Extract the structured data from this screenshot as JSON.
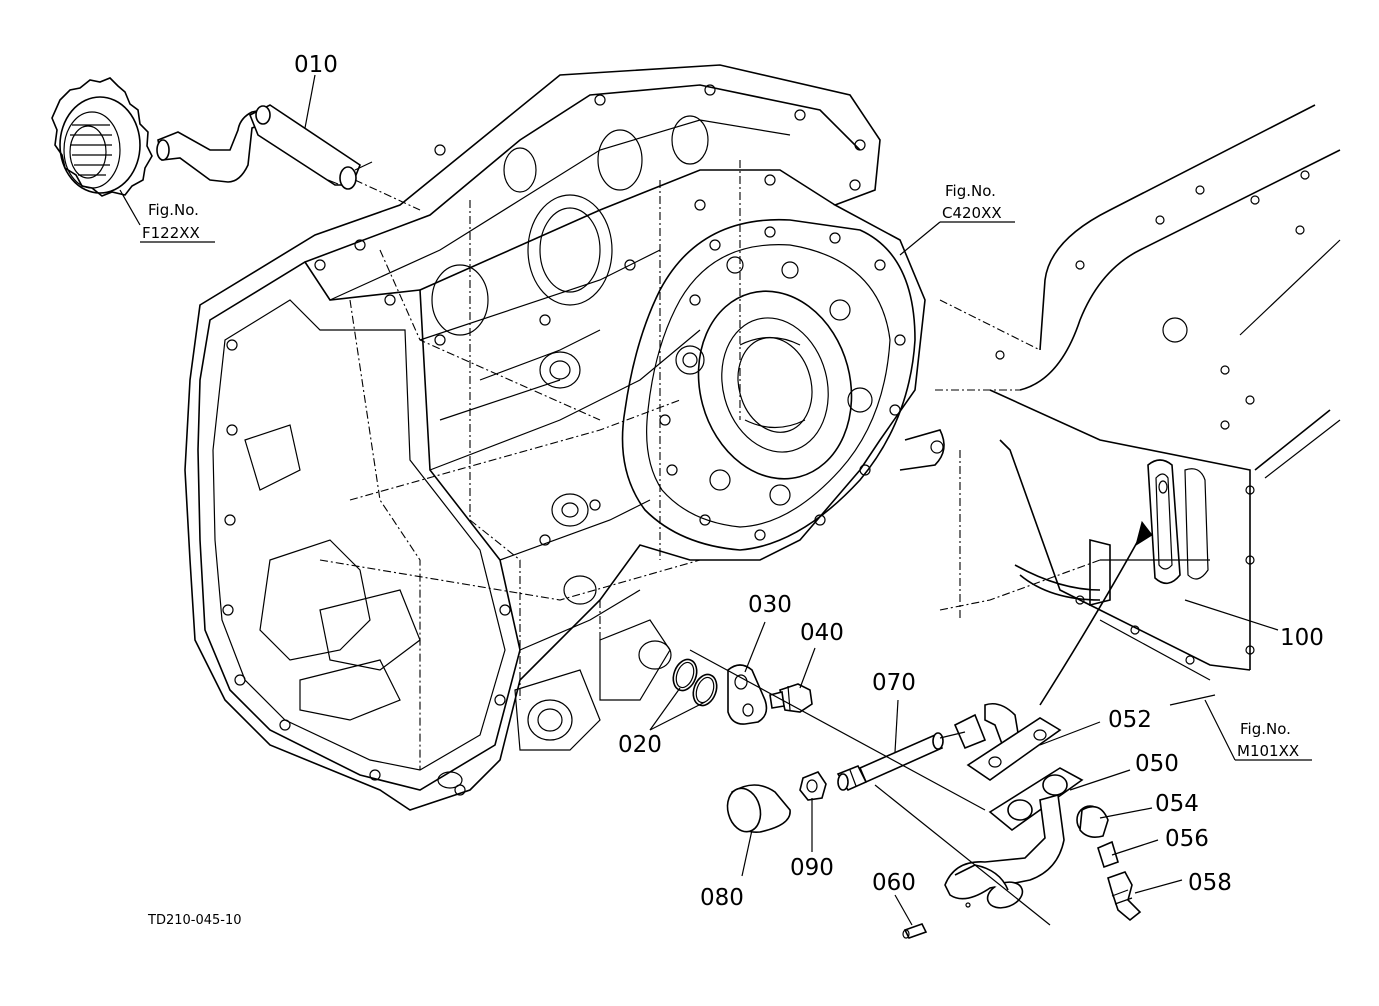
{
  "diagram": {
    "drawing_code": "TD210-045-10",
    "part_labels": [
      "010",
      "020",
      "030",
      "040",
      "050",
      "052",
      "054",
      "056",
      "058",
      "060",
      "070",
      "080",
      "090",
      "100"
    ],
    "figure_refs": [
      {
        "heading": "Fig.No.",
        "code": "F122XX"
      },
      {
        "heading": "Fig.No.",
        "code": "C420XX"
      },
      {
        "heading": "Fig.No.",
        "code": "M101XX"
      }
    ]
  }
}
